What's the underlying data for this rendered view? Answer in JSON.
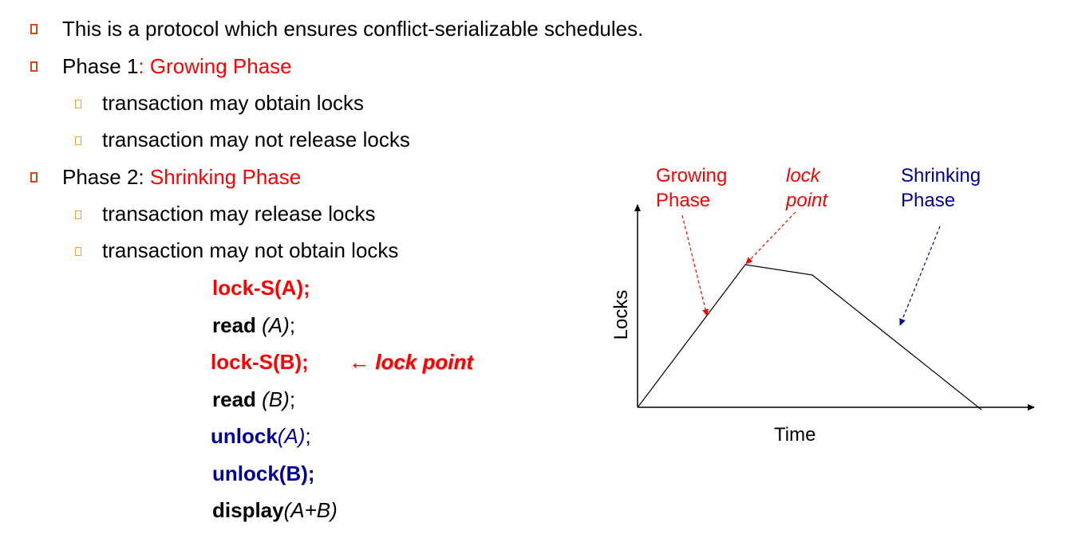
{
  "bullets": {
    "line1": "This is a protocol which ensures conflict-serializable schedules.",
    "phase1_prefix": "Phase 1",
    "phase1_name": ": Growing Phase",
    "phase1_sub1": "transaction may obtain locks",
    "phase1_sub2": "transaction may not release locks",
    "phase2_prefix": "Phase 2: ",
    "phase2_name": "Shrinking Phase",
    "phase2_sub1": "transaction may release locks",
    "phase2_sub2": "transaction may not obtain locks"
  },
  "code": {
    "line1": "lock-S(A);",
    "line2_kw": "read",
    "line2_arg": " (A)",
    "line2_end": ";",
    "line3": "lock-S(B);",
    "line3_note": "← lock point",
    "line4_kw": "read",
    "line4_arg": " (B)",
    "line4_end": ";",
    "line5_kw": "unlock",
    "line5_arg": "(A)",
    "line5_end": ";",
    "line6": "unlock(B);",
    "line7_kw": "display",
    "line7_arg": "(A+B)"
  },
  "diagram": {
    "growing_label": "Growing\nPhase",
    "lockpoint_label": "lock\npoint",
    "shrinking_label": "Shrinking\nPhase",
    "y_axis_label": "Locks",
    "x_axis_label": "Time"
  },
  "colors": {
    "red": "#ff0000",
    "blue": "#000099",
    "bullet_primary": "#d14a1e",
    "bullet_secondary": "#f0a030"
  }
}
